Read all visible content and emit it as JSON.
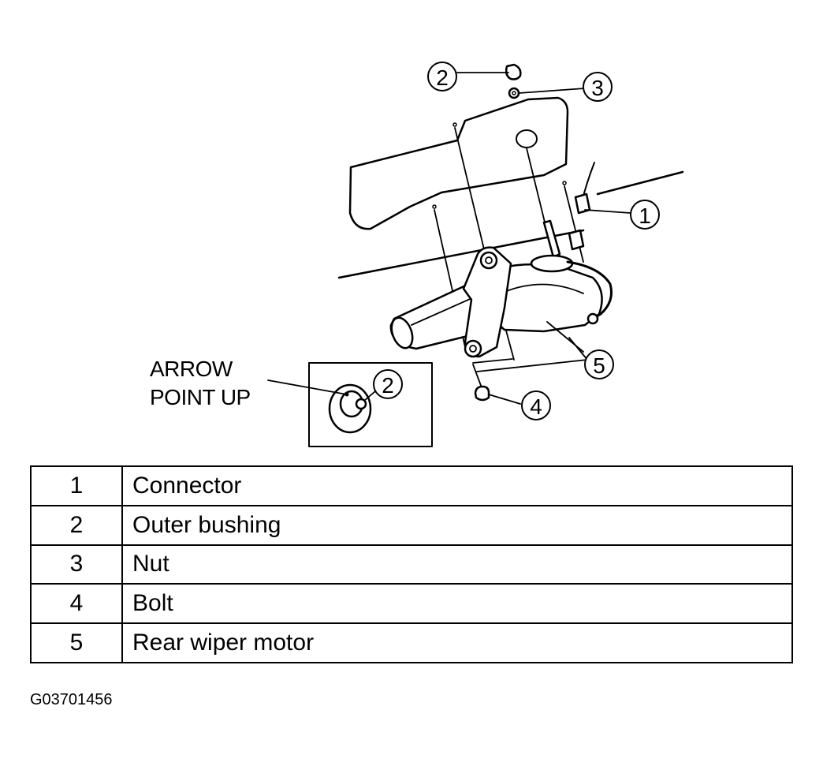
{
  "callouts": {
    "c1": "1",
    "c2": "2",
    "c3": "3",
    "c4": "4",
    "c5": "5",
    "c2_detail": "2"
  },
  "note": {
    "line1": "ARROW",
    "line2": "POINT UP"
  },
  "legend": {
    "rows": [
      {
        "num": "1",
        "name": "Connector"
      },
      {
        "num": "2",
        "name": "Outer bushing"
      },
      {
        "num": "3",
        "name": "Nut"
      },
      {
        "num": "4",
        "name": "Bolt"
      },
      {
        "num": "5",
        "name": "Rear wiper motor"
      }
    ]
  },
  "figure_id": "G03701456"
}
